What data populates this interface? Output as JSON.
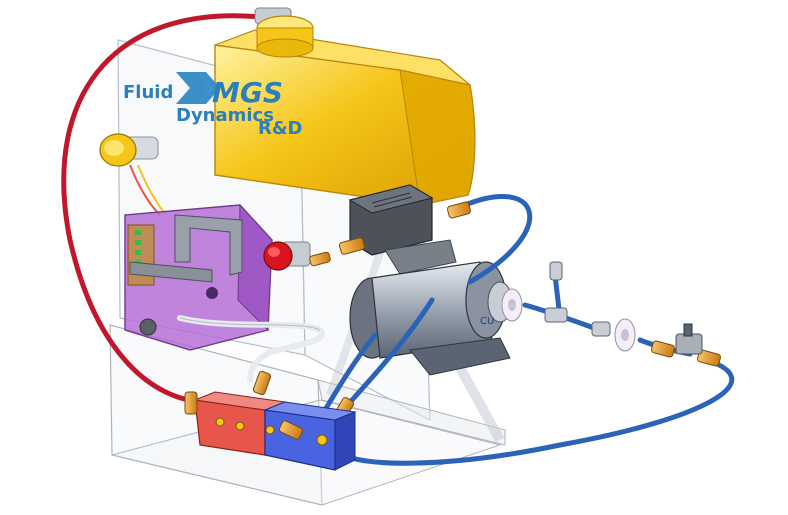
{
  "logo": {
    "mark": "MGS",
    "line1": "Fluid",
    "line2": "Dynamics",
    "line3": "R&D"
  },
  "colors": {
    "tank": "#f5c518",
    "tank_shade": "#e0a800",
    "red_hose": "#c0182a",
    "blue_hose": "#2a63b8",
    "enclosure": "#b46ad6",
    "manifold_red": "#e8554a",
    "manifold_blue": "#4a63e0",
    "fitting": "#e89a2a",
    "brand": "#2c7fb8"
  }
}
